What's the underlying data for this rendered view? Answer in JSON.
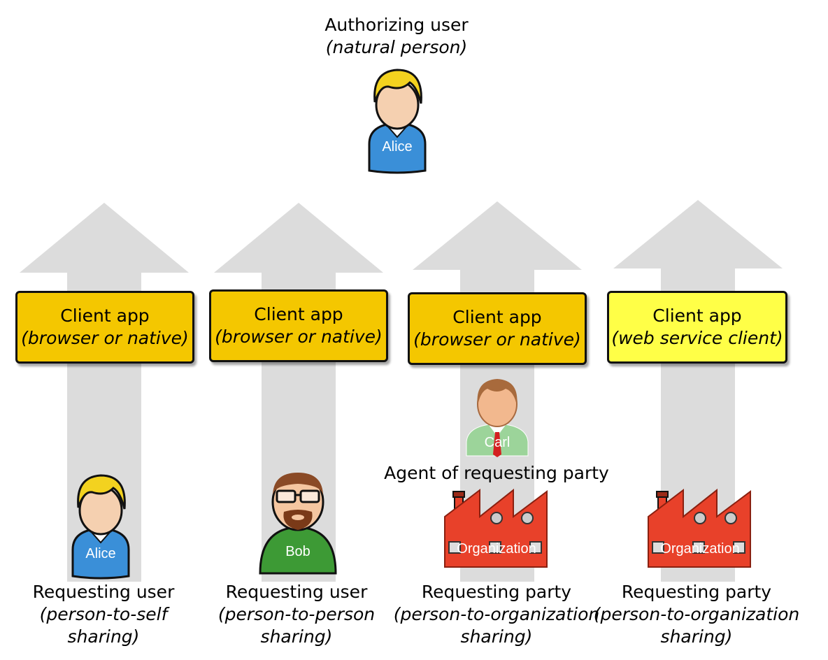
{
  "authorizing": {
    "title": "Authorizing user",
    "subtitle": "(natural person)",
    "avatar_label": "Alice"
  },
  "client_apps": [
    {
      "title": "Client app",
      "subtitle": "(browser or native)",
      "color": "#f4c700"
    },
    {
      "title": "Client app",
      "subtitle": "(browser or native)",
      "color": "#f4c700"
    },
    {
      "title": "Client app",
      "subtitle": "(browser or native)",
      "color": "#f4c700"
    },
    {
      "title": "Client app",
      "subtitle": "(web service client)",
      "color": "#ffff47"
    }
  ],
  "agent": {
    "avatar_label": "Carl",
    "caption": "Agent of requesting party"
  },
  "columns": [
    {
      "avatar_label": "Alice",
      "title": "Requesting user",
      "subtitle_line1": "(person-to-self",
      "subtitle_line2": "sharing)"
    },
    {
      "avatar_label": "Bob",
      "title": "Requesting user",
      "subtitle_line1": "(person-to-person",
      "subtitle_line2": "sharing)"
    },
    {
      "avatar_label": "Organization",
      "title": "Requesting party",
      "subtitle_line1": "(person-to-organization",
      "subtitle_line2": "sharing)"
    },
    {
      "avatar_label": "Organization",
      "title": "Requesting party",
      "subtitle_line1": "(person-to-organization",
      "subtitle_line2": "sharing)"
    }
  ],
  "colors": {
    "arrow": "#dcdcdc",
    "alice_shirt": "#3a8fd8",
    "bob_shirt": "#3d9a35",
    "carl_shirt": "#9cd49a",
    "factory": "#e8412a"
  }
}
